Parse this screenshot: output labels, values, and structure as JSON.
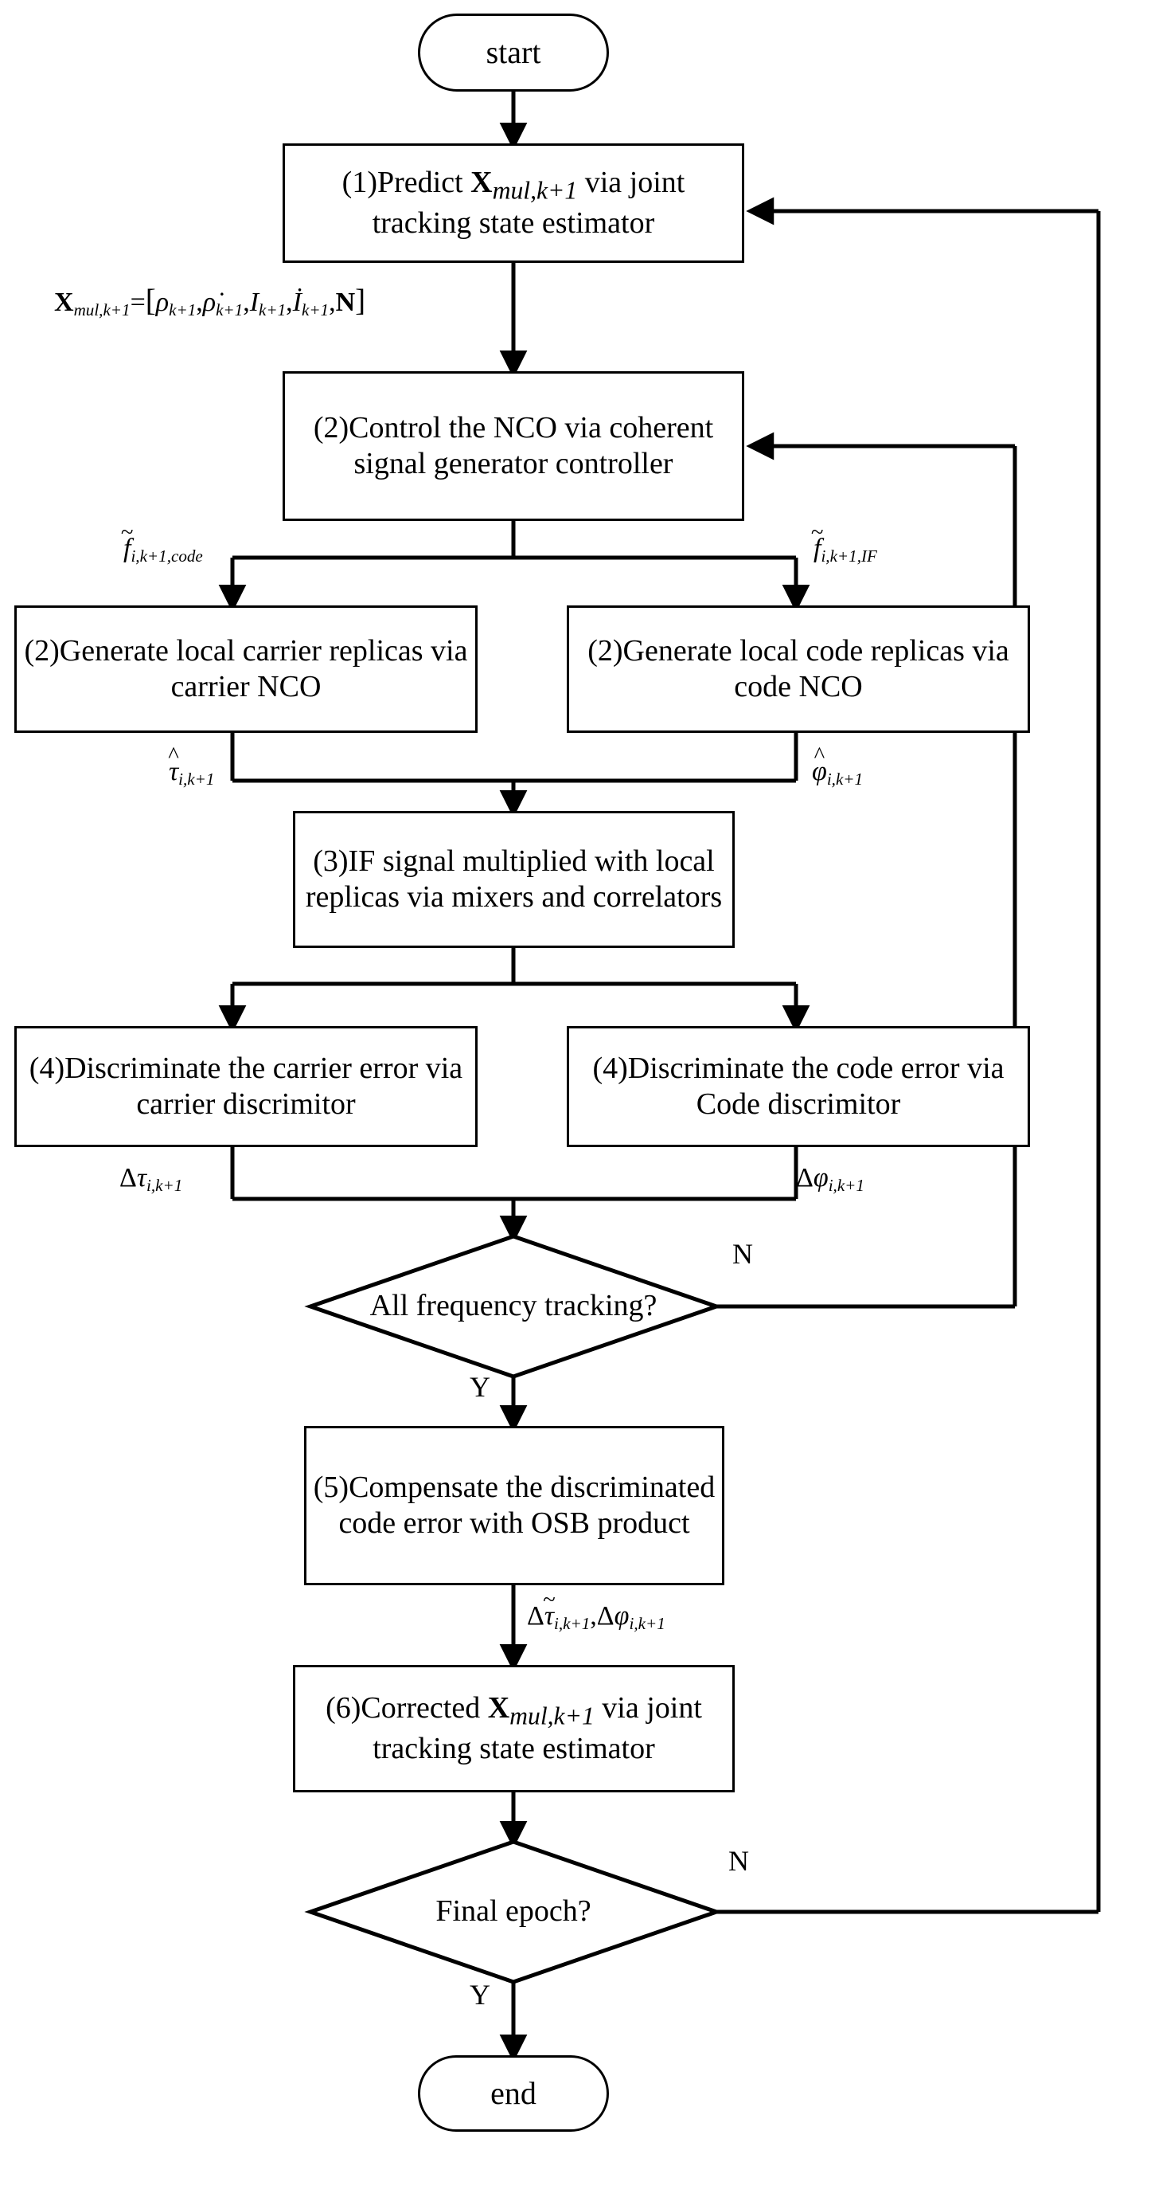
{
  "diagram": {
    "title": "Joint tracking state estimator flowchart",
    "type": "flowchart",
    "background": "#ffffff",
    "stroke": "#000000"
  },
  "nodes": {
    "start": {
      "label": "start",
      "shape": "terminal"
    },
    "box1": {
      "label_pre": "(1)Predict ",
      "var": "X",
      "sub": "mul,k+1",
      "label_post": " via joint tracking state estimator",
      "shape": "process"
    },
    "box2": {
      "label": "(2)Control the NCO via coherent signal generator controller",
      "shape": "process"
    },
    "box3a": {
      "label": "(2)Generate local carrier replicas via carrier NCO",
      "shape": "process"
    },
    "box3b": {
      "label": "(2)Generate local code replicas via code NCO",
      "shape": "process"
    },
    "box4": {
      "label": "(3)IF signal multiplied with local replicas via mixers and correlators",
      "shape": "process"
    },
    "box5a": {
      "label": "(4)Discriminate the carrier error via carrier discrimitor",
      "shape": "process"
    },
    "box5b": {
      "label": "(4)Discriminate the code error via Code discrimitor",
      "shape": "process"
    },
    "dec1": {
      "label": "All frequency tracking?",
      "shape": "decision"
    },
    "box6": {
      "label": "(5)Compensate the discriminated code error with OSB product",
      "shape": "process"
    },
    "box7": {
      "label_pre": "(6)Corrected ",
      "var": "X",
      "sub": "mul,k+1",
      "label_post": " via joint tracking state estimator",
      "shape": "process"
    },
    "dec2": {
      "label": "Final epoch?",
      "shape": "decision"
    },
    "end": {
      "label": "end",
      "shape": "terminal"
    }
  },
  "edge_labels": {
    "state_vector": {
      "lhs_var": "X",
      "lhs_sub": "mul,k+1",
      "eq": "=",
      "open": "[",
      "terms": [
        "ρ",
        "ρ̇",
        "I",
        "İ",
        "N"
      ],
      "term_sub": "k+1",
      "close": "]"
    },
    "f_code": {
      "base": "f",
      "accent": "~",
      "sub": "i,k+1,code"
    },
    "f_if": {
      "base": "f",
      "accent": "~",
      "sub": "i,k+1,IF"
    },
    "tau_hat": {
      "base": "τ",
      "accent": "^",
      "sub": "i,k+1"
    },
    "phi_hat": {
      "base": "φ",
      "accent": "^",
      "sub": "i,k+1"
    },
    "delta_tau": {
      "delta": "Δ",
      "base": "τ",
      "sub": "i,k+1"
    },
    "delta_phi": {
      "delta": "Δ",
      "base": "φ",
      "sub": "i,k+1"
    },
    "delta_pair": {
      "first_delta": "Δ",
      "first_base": "τ",
      "first_accent": "~",
      "first_sub": "i,k+1",
      "comma": ",",
      "second_delta": "Δ",
      "second_base": "φ",
      "second_sub": "i,k+1"
    },
    "dec1_no": "N",
    "dec1_yes": "Y",
    "dec2_no": "N",
    "dec2_yes": "Y"
  }
}
